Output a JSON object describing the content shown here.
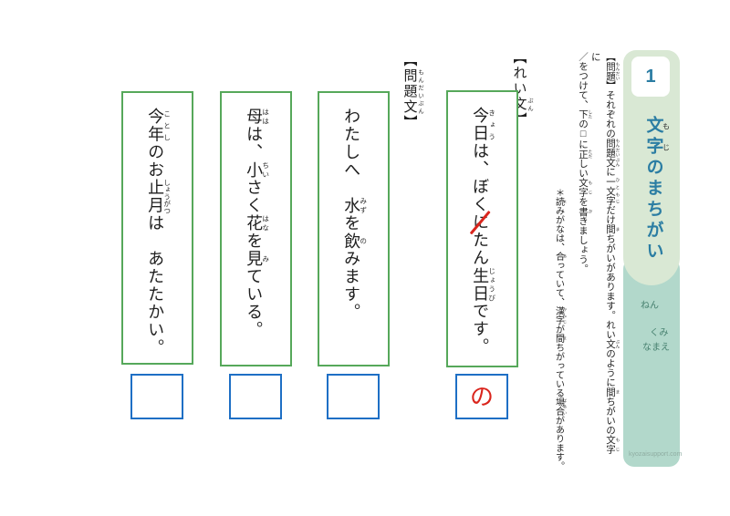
{
  "sidebar": {
    "number": "1",
    "title_segments": [
      {
        "t": "文字",
        "r": "もじ"
      },
      {
        "t": "のまちがい"
      }
    ],
    "fields": {
      "nen": "ねん",
      "kumi": "くみ",
      "namae": "なまえ"
    },
    "watermark": "kyozaisupport.com"
  },
  "instructions": {
    "line1_segments": [
      {
        "t": "【"
      },
      {
        "t": "問題",
        "r": "もんだい"
      },
      {
        "t": "】それぞれの"
      },
      {
        "t": "問題文",
        "r": "もんだいぶん"
      },
      {
        "t": "に"
      },
      {
        "t": "一文字",
        "r": "ひともじ"
      },
      {
        "t": "だけ"
      },
      {
        "t": "間",
        "r": "ま"
      },
      {
        "t": "ちがいがあります。れい"
      },
      {
        "t": "文",
        "r": "ぶん"
      },
      {
        "t": "のように"
      },
      {
        "t": "間",
        "r": "ま"
      },
      {
        "t": "ちがいの"
      },
      {
        "t": "文字",
        "r": "もじ"
      },
      {
        "t": "に"
      }
    ],
    "line2_segments": [
      {
        "t": "／をつけて、"
      },
      {
        "t": "下",
        "r": "した"
      },
      {
        "t": "の□に"
      },
      {
        "t": "正",
        "r": "ただ"
      },
      {
        "t": "しい"
      },
      {
        "t": "文字",
        "r": "もじ"
      },
      {
        "t": "を"
      },
      {
        "t": "書",
        "r": "か"
      },
      {
        "t": "きましょう。"
      }
    ],
    "note_segments": [
      {
        "t": "＊"
      },
      {
        "t": "読",
        "r": "よ"
      },
      {
        "t": "みがなは、"
      },
      {
        "t": "合",
        "r": "あ"
      },
      {
        "t": "っていて、"
      },
      {
        "t": "漢字",
        "r": "かんじ"
      },
      {
        "t": "が"
      },
      {
        "t": "間",
        "r": "ま"
      },
      {
        "t": "ちがっている"
      },
      {
        "t": "場合",
        "r": "ばあい"
      },
      {
        "t": "があります。"
      }
    ]
  },
  "example": {
    "label_segments": [
      {
        "t": "【れい"
      },
      {
        "t": "文",
        "r": "ぶん"
      },
      {
        "t": "】"
      }
    ],
    "sentence_segments": [
      {
        "t": "今日",
        "r": "きょう"
      },
      {
        "t": "は、ぼく"
      },
      {
        "t": "に",
        "x": true
      },
      {
        "t": "たん"
      },
      {
        "t": "生日",
        "r": "じょうび"
      },
      {
        "t": "です。"
      }
    ],
    "answer": "の"
  },
  "problems": {
    "label_segments": [
      {
        "t": "【"
      },
      {
        "t": "問題文",
        "r": "もんだいぶん"
      },
      {
        "t": "】"
      }
    ],
    "items": [
      {
        "sentence_segments": [
          {
            "t": "わたしへ　"
          },
          {
            "t": "水",
            "r": "みず"
          },
          {
            "t": "を"
          },
          {
            "t": "飲",
            "r": "の"
          },
          {
            "t": "みます。"
          }
        ],
        "answer": ""
      },
      {
        "sentence_segments": [
          {
            "t": "母",
            "r": "はは"
          },
          {
            "t": "は、"
          },
          {
            "t": "小",
            "r": "ちい"
          },
          {
            "t": "さく"
          },
          {
            "t": "花",
            "r": "はな"
          },
          {
            "t": "を"
          },
          {
            "t": "見",
            "r": "み"
          },
          {
            "t": "ている。"
          }
        ],
        "answer": ""
      },
      {
        "sentence_segments": [
          {
            "t": "今年",
            "r": "ことし"
          },
          {
            "t": "のお"
          },
          {
            "t": "止月",
            "r": "しょうがつ"
          },
          {
            "t": "は　あたたかい。"
          }
        ],
        "answer": ""
      }
    ]
  },
  "colors": {
    "green_border": "#56a85a",
    "blue_border": "#1e6fc5",
    "mark_red": "#da251d",
    "title_blue": "#2b7da3",
    "panel_light_green": "#d9e8d4",
    "panel_teal": "#b2d8cb"
  }
}
